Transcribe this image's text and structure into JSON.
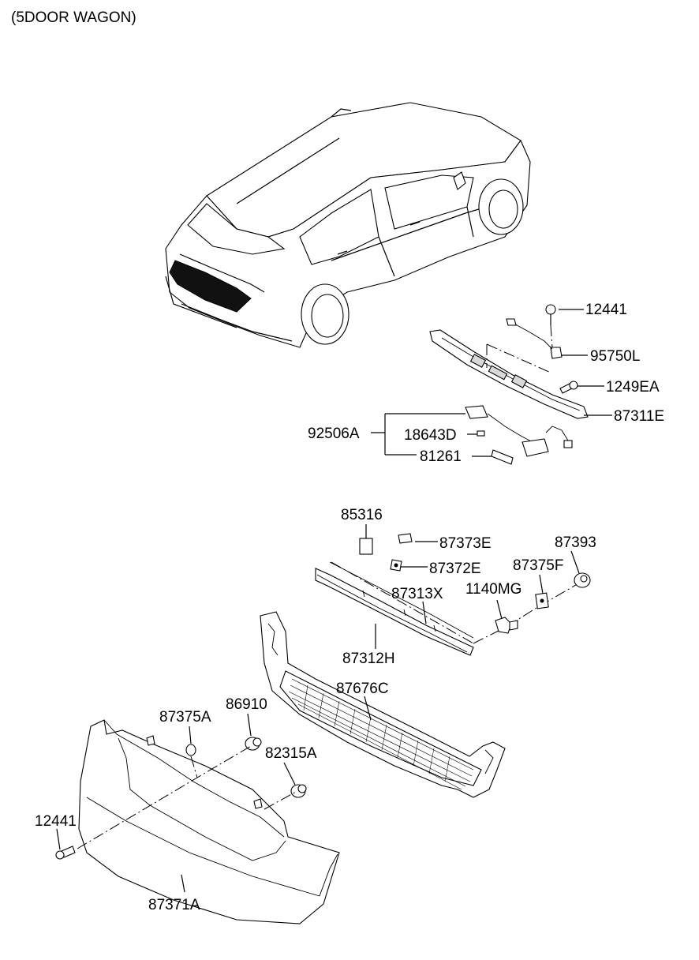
{
  "caption": "(5DOOR WAGON)",
  "callouts": [
    {
      "id": "12441-top",
      "text": "12441"
    },
    {
      "id": "95750L",
      "text": "95750L"
    },
    {
      "id": "1249EA",
      "text": "1249EA"
    },
    {
      "id": "87311E",
      "text": "87311E"
    },
    {
      "id": "92506A",
      "text": "92506A"
    },
    {
      "id": "18643D",
      "text": "18643D"
    },
    {
      "id": "81261",
      "text": "81261"
    },
    {
      "id": "85316",
      "text": "85316"
    },
    {
      "id": "87373E",
      "text": "87373E"
    },
    {
      "id": "87393",
      "text": "87393"
    },
    {
      "id": "87372E",
      "text": "87372E"
    },
    {
      "id": "87375F",
      "text": "87375F"
    },
    {
      "id": "87313X",
      "text": "87313X"
    },
    {
      "id": "1140MG",
      "text": "1140MG"
    },
    {
      "id": "87312H",
      "text": "87312H"
    },
    {
      "id": "87676C",
      "text": "87676C"
    },
    {
      "id": "87375A",
      "text": "87375A"
    },
    {
      "id": "86910",
      "text": "86910"
    },
    {
      "id": "82315A",
      "text": "82315A"
    },
    {
      "id": "12441-bottom",
      "text": "12441"
    },
    {
      "id": "87371A",
      "text": "87371A"
    }
  ]
}
